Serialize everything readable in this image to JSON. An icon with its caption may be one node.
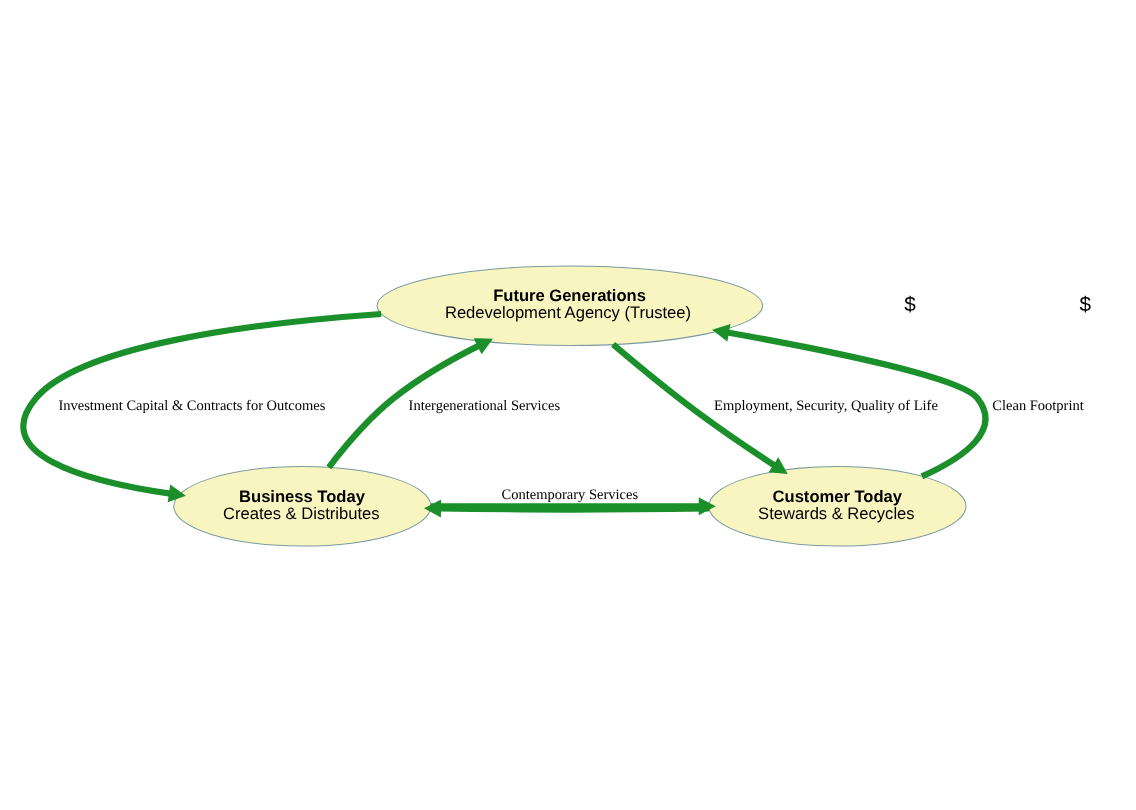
{
  "diagram": {
    "nodes": [
      {
        "text": [
          "Future Generations",
          "Redevelopment Agency (Trustee)"
        ]
      },
      {
        "text": [
          "Business Today",
          "Creates & Distributes"
        ]
      },
      {
        "text": [
          "Customer Today",
          "Stewards & Recycles"
        ]
      }
    ],
    "edges": [
      {
        "from": 1,
        "to": 0,
        "arrow": "to",
        "label": "Intergenerational Services"
      },
      {
        "from": 0,
        "to": 1,
        "arrow": "to",
        "label": "Investment Capital & Contracts for Outcomes"
      },
      {
        "from": 0,
        "to": 2,
        "arrow": "to",
        "label": "Employment, Security, Quality of Life"
      },
      {
        "from": 2,
        "to": 0,
        "arrow": "to",
        "label": "Clean Footprint"
      },
      {
        "from": 1,
        "to": 2,
        "arrow": "to",
        "label": "Contemporary Services"
      },
      {
        "from": 2,
        "to": 1,
        "arrow": "to"
      }
    ],
    "labels": [
      "$",
      "$"
    ]
  }
}
